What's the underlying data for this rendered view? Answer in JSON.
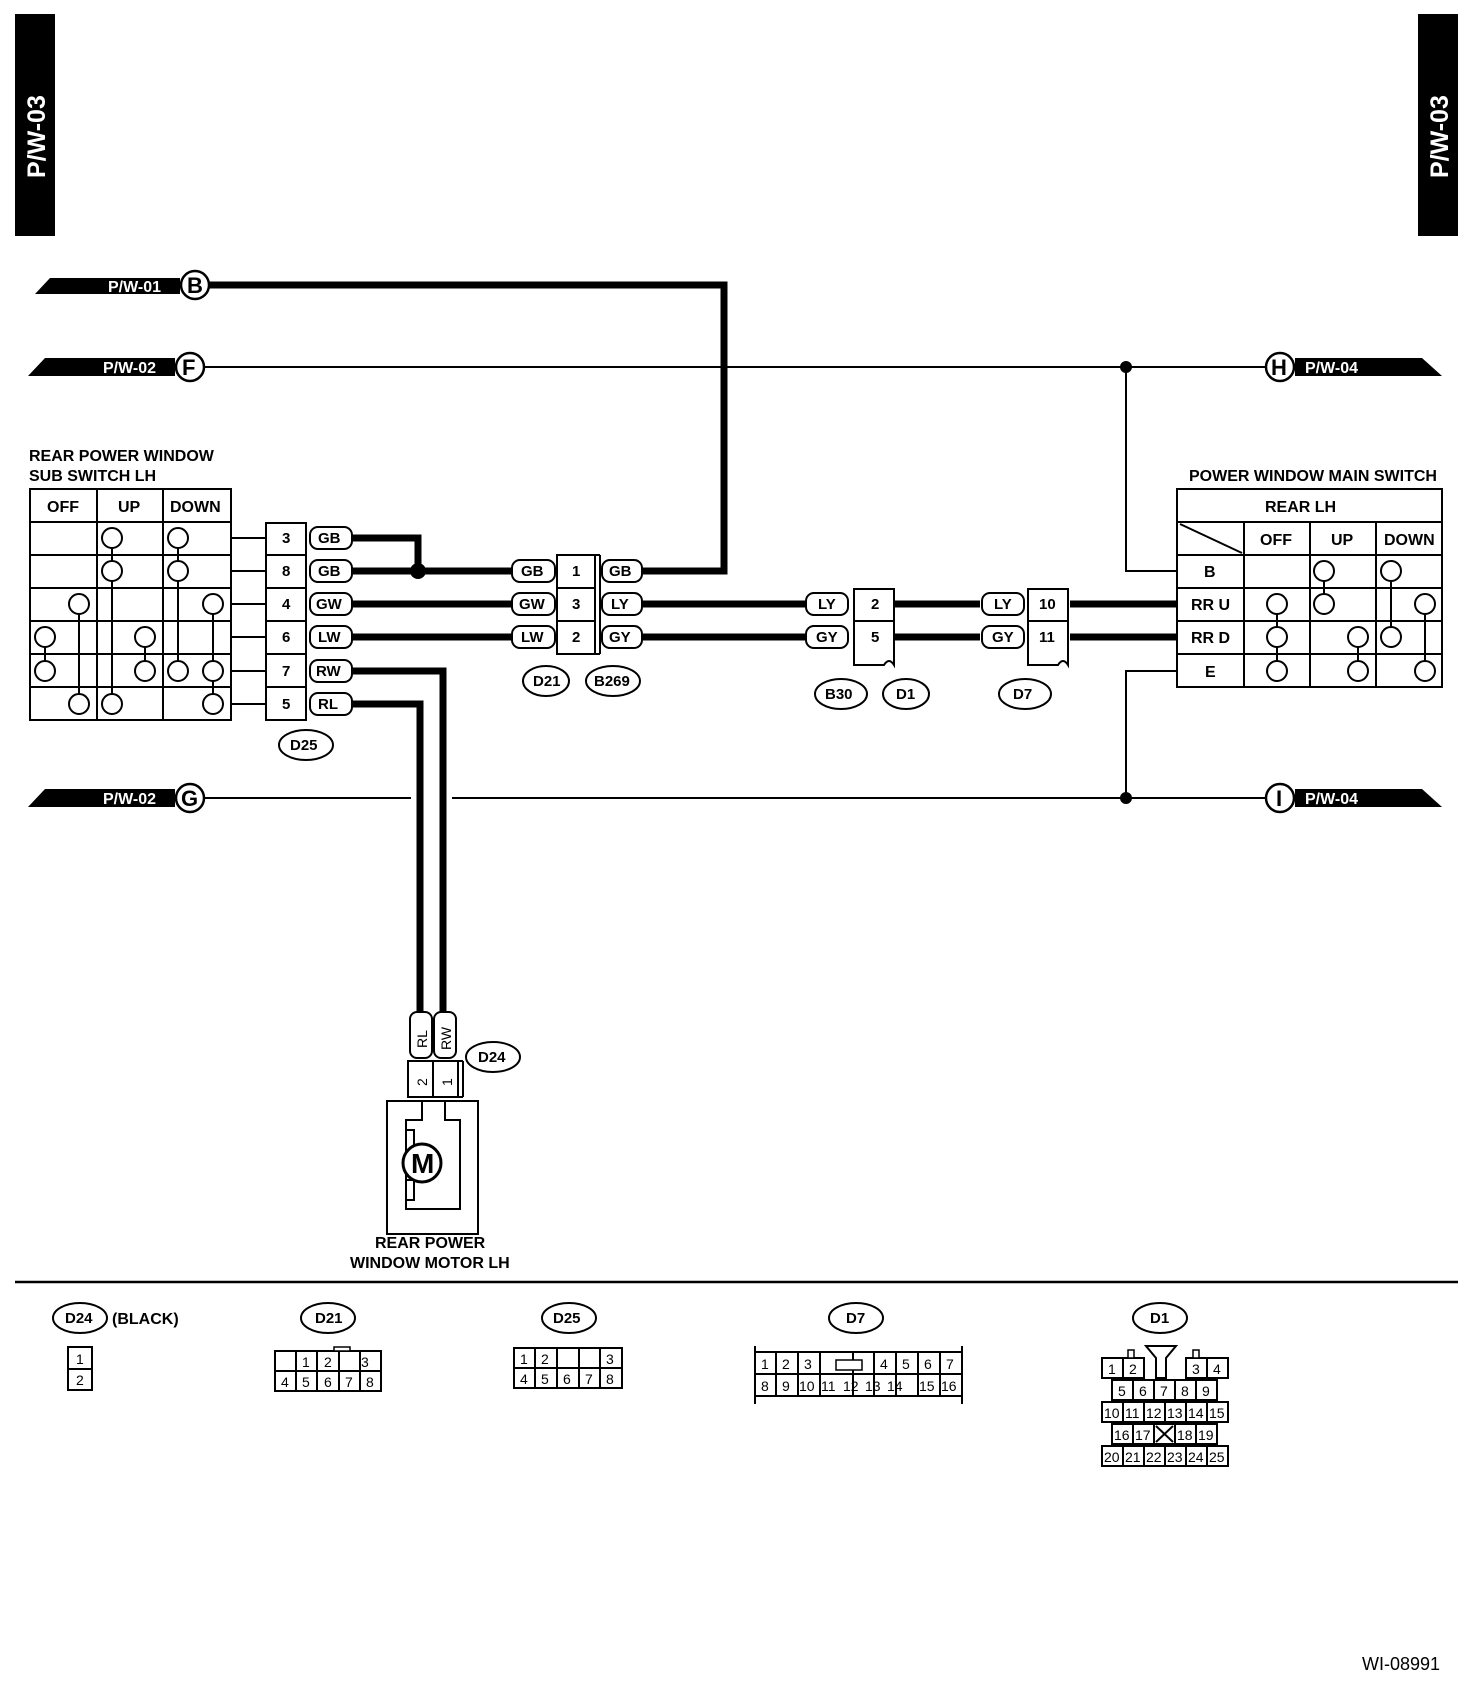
{
  "page_tag_left": "P/W-03",
  "page_tag_right": "P/W-03",
  "drawing_code": "WI-08991",
  "offpage": {
    "b": {
      "page": "P/W-01",
      "letter": "B"
    },
    "f": {
      "page": "P/W-02",
      "letter": "F"
    },
    "g": {
      "page": "P/W-02",
      "letter": "G"
    },
    "h": {
      "page": "P/W-04",
      "letter": "H"
    },
    "i": {
      "page": "P/W-04",
      "letter": "I"
    }
  },
  "sub_switch": {
    "title_line1": "REAR POWER WINDOW",
    "title_line2": "SUB SWITCH LH",
    "headers": [
      "OFF",
      "UP",
      "DOWN"
    ]
  },
  "main_switch": {
    "title": "POWER WINDOW MAIN SWITCH",
    "subtitle": "REAR LH",
    "headers": [
      "OFF",
      "UP",
      "DOWN"
    ],
    "rows": [
      "B",
      "RR U",
      "RR D",
      "E"
    ]
  },
  "d25_pins": [
    {
      "pin": "3",
      "wire": "GB"
    },
    {
      "pin": "8",
      "wire": "GB"
    },
    {
      "pin": "4",
      "wire": "GW"
    },
    {
      "pin": "6",
      "wire": "LW"
    },
    {
      "pin": "7",
      "wire": "RW"
    },
    {
      "pin": "5",
      "wire": "RL"
    }
  ],
  "d21_b269": [
    {
      "left_wire": "GB",
      "pin": "1",
      "right_wire": "GB"
    },
    {
      "left_wire": "GW",
      "pin": "3",
      "right_wire": "LY"
    },
    {
      "left_wire": "LW",
      "pin": "2",
      "right_wire": "GY"
    }
  ],
  "b30_d1": [
    {
      "wire": "LY",
      "pin": "2"
    },
    {
      "wire": "GY",
      "pin": "5"
    }
  ],
  "d7": [
    {
      "wire": "LY",
      "pin": "10"
    },
    {
      "wire": "GY",
      "pin": "11"
    }
  ],
  "connector_refs": {
    "d25": "D25",
    "d21": "D21",
    "b269": "B269",
    "b30": "B30",
    "d1": "D1",
    "d7": "D7",
    "d24": "D24"
  },
  "motor": {
    "pins": [
      "2",
      "1"
    ],
    "wires": [
      "RL",
      "RW"
    ],
    "symbol": "M",
    "label_line1": "REAR POWER",
    "label_line2": "WINDOW MOTOR LH"
  },
  "legend": {
    "d24": {
      "ref": "D24",
      "note": "(BLACK)",
      "rows": [
        [
          "1"
        ],
        [
          "2"
        ]
      ]
    },
    "d21": {
      "ref": "D21",
      "rows": [
        [
          "1",
          "2",
          "3"
        ],
        [
          "4",
          "5",
          "6",
          "7",
          "8"
        ]
      ]
    },
    "d25": {
      "ref": "D25",
      "rows": [
        [
          "1",
          "2",
          "3"
        ],
        [
          "4",
          "5",
          "6",
          "7",
          "8"
        ]
      ]
    },
    "d7": {
      "ref": "D7",
      "rows": [
        [
          "1",
          "2",
          "3",
          "4",
          "5",
          "6",
          "7"
        ],
        [
          "8",
          "9",
          "10",
          "11",
          "12",
          "13",
          "14",
          "15",
          "16"
        ]
      ]
    },
    "d1": {
      "ref": "D1",
      "rows": [
        [
          "1",
          "2",
          "3",
          "4"
        ],
        [
          "5",
          "6",
          "7",
          "8",
          "9"
        ],
        [
          "10",
          "11",
          "12",
          "13",
          "14",
          "15"
        ],
        [
          "16",
          "17",
          "18",
          "19"
        ],
        [
          "20",
          "21",
          "22",
          "23",
          "24",
          "25"
        ]
      ]
    }
  }
}
